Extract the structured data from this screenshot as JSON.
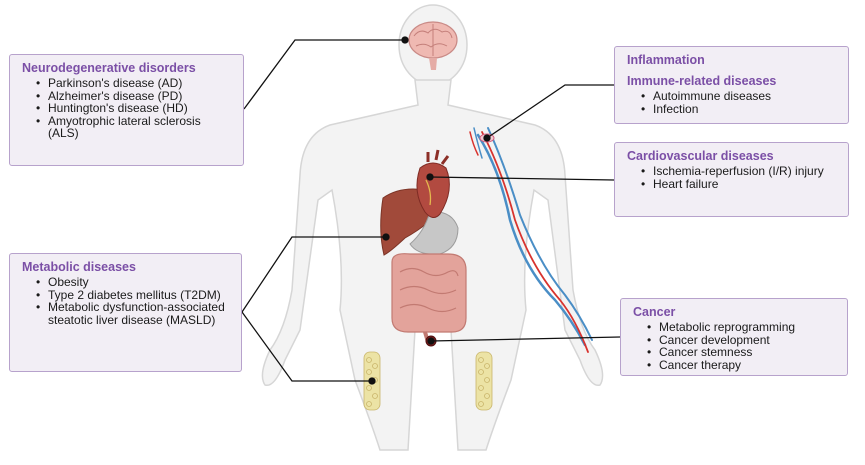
{
  "neuro": {
    "title": "Neurodegenerative disorders",
    "items": [
      "Parkinson's disease (AD)",
      "Alzheimer's disease (PD)",
      "Huntington's disease (HD)",
      "Amyotrophic lateral sclerosis (ALS)"
    ]
  },
  "metabolic": {
    "title": "Metabolic diseases",
    "items": [
      "Obesity",
      "Type 2 diabetes mellitus (T2DM)",
      "Metabolic dysfunction-associated steatotic liver disease (MASLD)"
    ]
  },
  "inflammation": {
    "title": "Inflammation",
    "subtitle": "Immune-related diseases",
    "items": [
      "Autoimmune diseases",
      "Infection"
    ]
  },
  "cardio": {
    "title": "Cardiovascular diseases",
    "items": [
      "Ischemia-reperfusion (I/R) injury",
      "Heart failure"
    ]
  },
  "cancer": {
    "title": "Cancer",
    "items": [
      "Metabolic reprogramming",
      "Cancer development",
      "Cancer stemness",
      "Cancer therapy"
    ]
  },
  "colors": {
    "box_fill": "#f2eef5",
    "box_border": "#b7a2cc",
    "title_purple": "#7b4fa6",
    "body_fill": "#f3f3f3",
    "body_outline": "#d2d2d2",
    "artery_red": "#d8332e",
    "vein_blue": "#4a8ec6",
    "fat_yellow": "#e9df9e"
  },
  "icons": [
    "brain-icon",
    "heart-icon",
    "liver-icon",
    "stomach-icon",
    "intestine-icon",
    "tumor-icon",
    "adipose-icon",
    "vessel-icon"
  ]
}
